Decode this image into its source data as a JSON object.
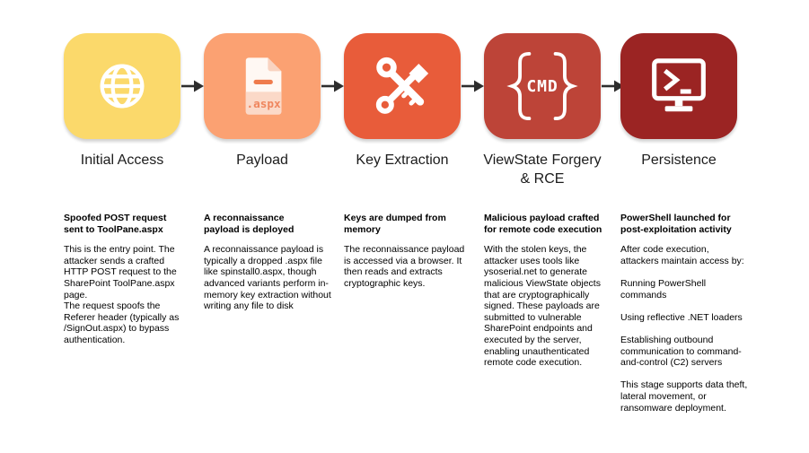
{
  "arrow_color": "#2d2d2d",
  "stages": [
    {
      "label": "Initial Access",
      "tile_color": "#FBD96B",
      "icon": "globe-icon",
      "heading": "Spoofed POST request\nsent to ToolPane.aspx",
      "body": "This is the entry point. The attacker sends a crafted HTTP POST request to the SharePoint ToolPane.aspx page.\nThe request spoofs the Referer header (typically as /SignOut.aspx) to bypass authentication."
    },
    {
      "label": "Payload",
      "tile_color": "#FBA172",
      "icon": "aspx-file-icon",
      "icon_text": ".aspx",
      "heading": "A reconnaissance\npayload is deployed",
      "body": "A reconnaissance payload is typically a dropped .aspx file like spinstall0.aspx, though advanced variants perform in-memory key extraction without writing any file to disk"
    },
    {
      "label": "Key Extraction",
      "tile_color": "#E85C3A",
      "icon": "crossed-keys-icon",
      "heading": "Keys are dumped from\nmemory",
      "body": "The reconnaissance payload is accessed via a browser. It then reads and extracts cryptographic keys."
    },
    {
      "label": "ViewState Forgery & RCE",
      "tile_color": "#BD4438",
      "icon": "cmd-braces-icon",
      "icon_text": "CMD",
      "heading": "Malicious payload crafted\nfor remote code execution",
      "body": "With the stolen keys, the attacker uses tools like ysoserial.net to generate malicious ViewState objects that are cryptographically signed. These payloads are submitted to vulnerable SharePoint endpoints and executed by the server, enabling unauthenticated remote code execution."
    },
    {
      "label": "Persistence",
      "tile_color": "#9B2423",
      "icon": "powershell-monitor-icon",
      "heading": "PowerShell launched for\npost-exploitation activity",
      "body": "After code execution, attackers maintain access by:\n\nRunning PowerShell commands\n\nUsing reflective .NET loaders\n\nEstablishing outbound communication to command-and-control (C2) servers\n\nThis stage supports data theft, lateral movement, or ransomware deployment."
    }
  ]
}
